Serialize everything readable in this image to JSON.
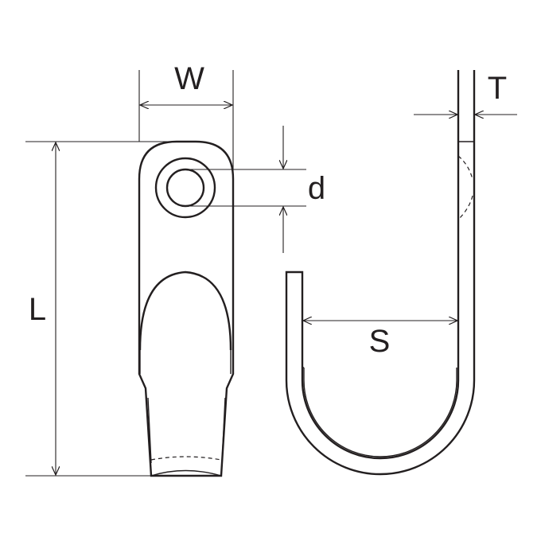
{
  "diagram": {
    "labels": {
      "width": "W",
      "hole_diameter": "d",
      "length": "L",
      "span": "S",
      "thickness": "T"
    }
  }
}
